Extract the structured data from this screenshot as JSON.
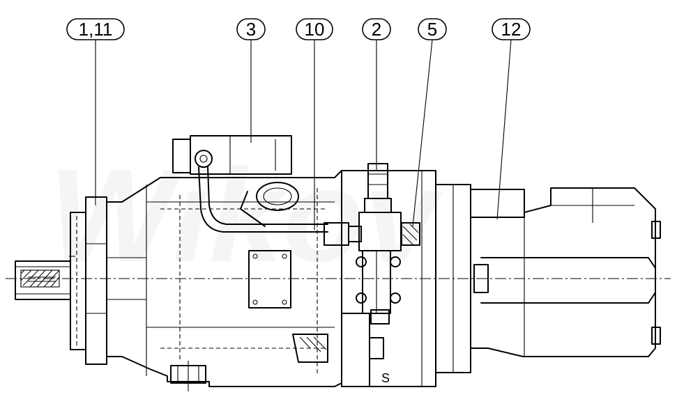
{
  "watermark": {
    "text": "Wikov"
  },
  "callouts": [
    {
      "id": "callout-1-11",
      "label": "1,11"
    },
    {
      "id": "callout-3",
      "label": "3"
    },
    {
      "id": "callout-10",
      "label": "10"
    },
    {
      "id": "callout-2",
      "label": "2"
    },
    {
      "id": "callout-5",
      "label": "5"
    },
    {
      "id": "callout-12",
      "label": "12"
    }
  ],
  "port_marking": {
    "label": "S"
  }
}
